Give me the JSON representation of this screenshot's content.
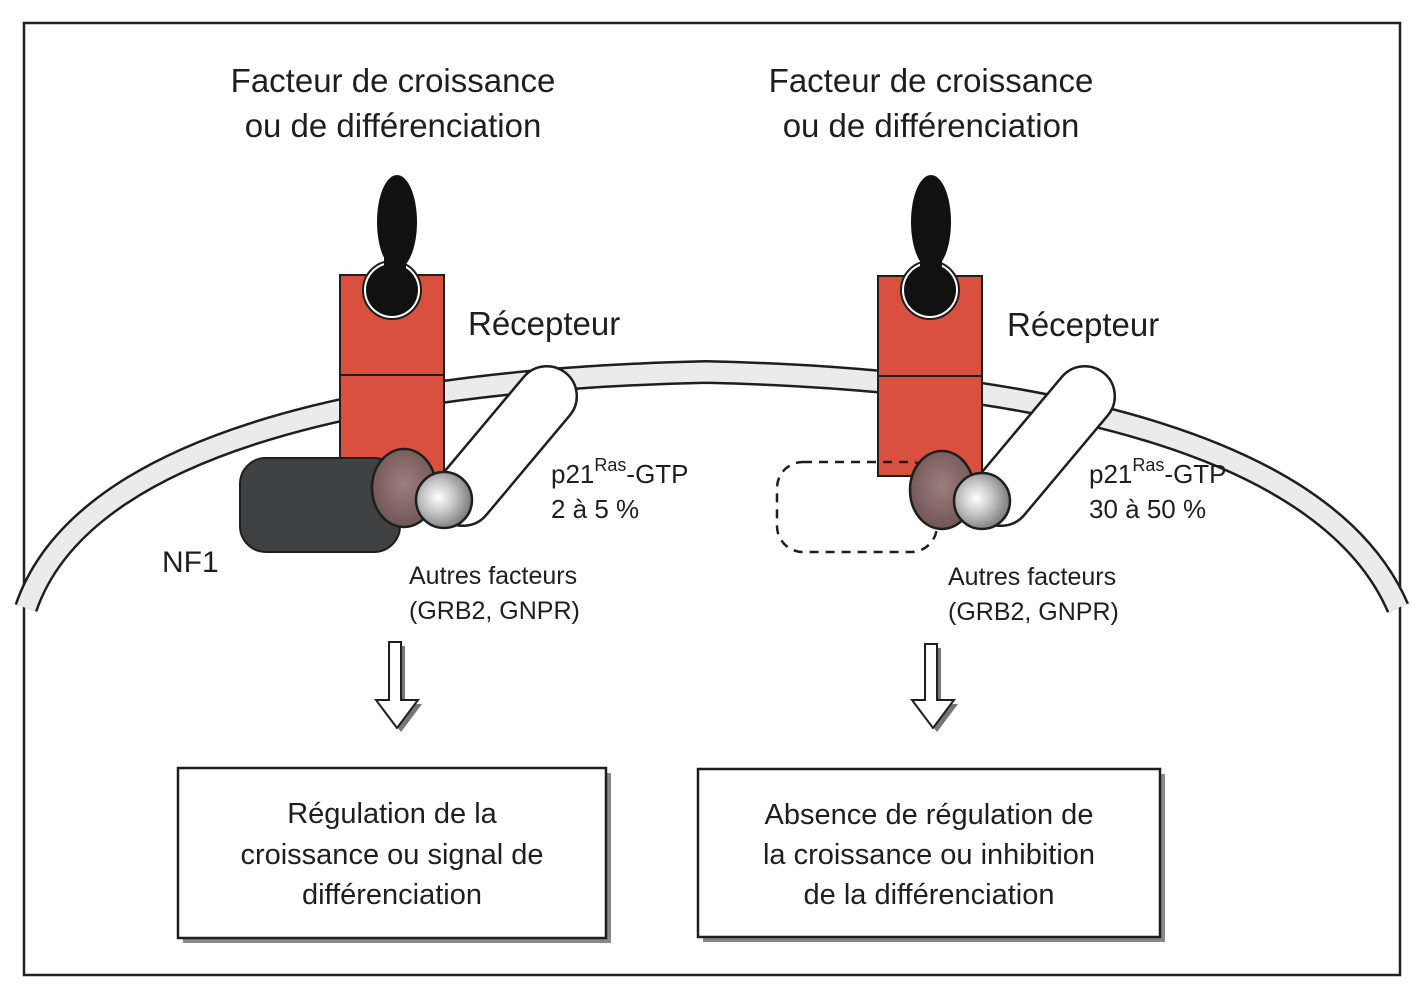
{
  "colors": {
    "receptor": "#d9503f",
    "ligand": "#111111",
    "membrane_fill": "#ebebeb",
    "nf1": "#3f4242",
    "grb2": "#8a6a6a",
    "ras_ball": "#b9b9b9",
    "outline": "#1e1e1e"
  },
  "left_panel": {
    "ligand_label_line1": "Facteur de croissance",
    "ligand_label_line2": "ou de différenciation",
    "receptor_label": "Récepteur",
    "ras_prefix": "p21",
    "ras_superscript": "Ras",
    "ras_suffix": "-GTP",
    "ras_percent": "2 à 5 %",
    "nf1_label": "NF1",
    "nf1_present": true,
    "other_factors_line1": "Autres facteurs",
    "other_factors_line2": "(GRB2, GNPR)",
    "outcome_line1": "Régulation de la",
    "outcome_line2": "croissance ou signal de",
    "outcome_line3": "différenciation"
  },
  "right_panel": {
    "ligand_label_line1": "Facteur de croissance",
    "ligand_label_line2": "ou de différenciation",
    "receptor_label": "Récepteur",
    "ras_prefix": "p21",
    "ras_superscript": "Ras",
    "ras_suffix": "-GTP",
    "ras_percent": "30 à 50 %",
    "nf1_present": false,
    "other_factors_line1": "Autres facteurs",
    "other_factors_line2": "(GRB2, GNPR)",
    "outcome_line1": "Absence de régulation de",
    "outcome_line2": "la croissance ou inhibition",
    "outcome_line3": "de la différenciation"
  }
}
